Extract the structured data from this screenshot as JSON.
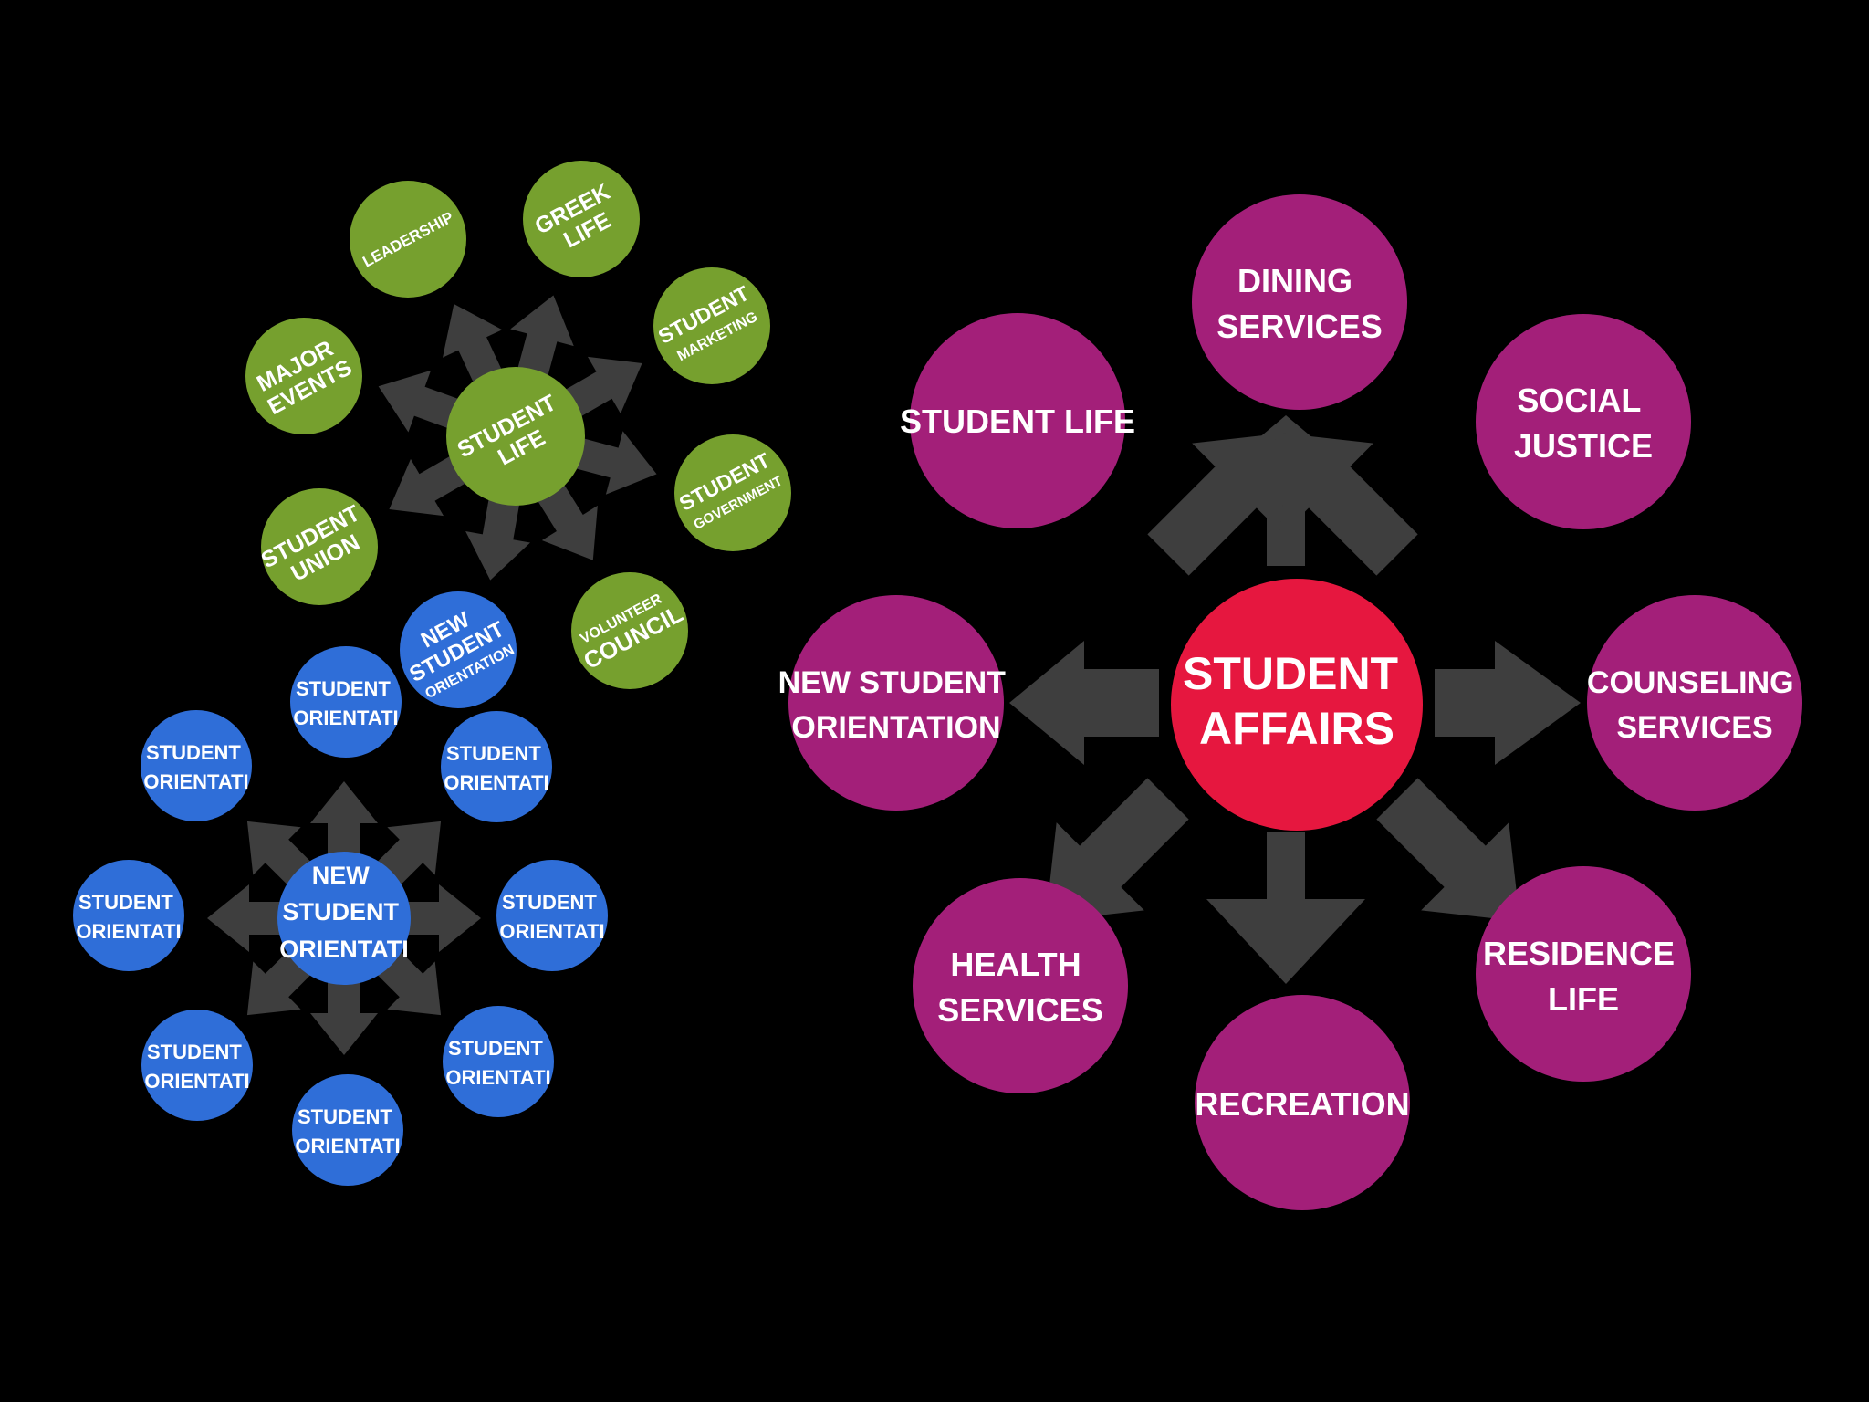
{
  "colors": {
    "background": "#000000",
    "arrow": "#3e3e3e",
    "green": "#76a02e",
    "blue": "#2f6ed8",
    "magenta": "#a31f79",
    "center_red": "#e6173f",
    "text": "#ffffff"
  },
  "clusters": {
    "student_affairs": {
      "center": {
        "label": "STUDENT AFFAIRS",
        "lines": [
          "STUDENT",
          "AFFAIRS"
        ]
      },
      "nodes": [
        {
          "id": "dining-services",
          "label": "DINING SERVICES",
          "lines": [
            "DINING",
            "SERVICES"
          ]
        },
        {
          "id": "social-justice",
          "label": "SOCIAL JUSTICE",
          "lines": [
            "SOCIAL",
            "JUSTICE"
          ]
        },
        {
          "id": "counseling-services",
          "label": "COUNSELING SERVICES",
          "lines": [
            "COUNSELING",
            "SERVICES"
          ]
        },
        {
          "id": "residence-life",
          "label": "RESIDENCE LIFE",
          "lines": [
            "RESIDENCE",
            "LIFE"
          ]
        },
        {
          "id": "recreation",
          "label": "RECREATION",
          "lines": [
            "RECREATION"
          ]
        },
        {
          "id": "health-services",
          "label": "HEALTH SERVICES",
          "lines": [
            "HEALTH",
            "SERVICES"
          ]
        },
        {
          "id": "new-student-orientation",
          "label": "NEW STUDENT ORIENTATION",
          "lines": [
            "NEW STUDENT",
            "ORIENTATION"
          ]
        },
        {
          "id": "student-life",
          "label": "STUDENT LIFE",
          "lines": [
            "STUDENT LIFE"
          ]
        }
      ]
    },
    "student_life": {
      "center": {
        "label": "STUDENT LIFE",
        "lines": [
          "STUDENT",
          "LIFE"
        ]
      },
      "nodes": [
        {
          "id": "leadership",
          "label": "LEADERSHIP",
          "lines": [
            "LEADERSHIP"
          ]
        },
        {
          "id": "greek-life",
          "label": "GREEK LIFE",
          "lines": [
            "GREEK",
            "LIFE"
          ]
        },
        {
          "id": "student-marketing",
          "label": "STUDENT MARKETING",
          "lines": [
            "STUDENT",
            "MARKETING"
          ]
        },
        {
          "id": "student-government",
          "label": "STUDENT GOVERNMENT",
          "lines": [
            "STUDENT",
            "GOVERNMENT"
          ]
        },
        {
          "id": "volunteer-council",
          "label": "VOLUNTEER COUNCIL",
          "lines": [
            "VOLUNTEER",
            "COUNCIL"
          ]
        },
        {
          "id": "new-student-orientation-small",
          "label": "NEW STUDENT ORIENTATION",
          "lines": [
            "NEW",
            "STUDENT",
            "ORIENTATION"
          ]
        },
        {
          "id": "student-union",
          "label": "STUDENT UNION",
          "lines": [
            "STUDENT",
            "UNION"
          ]
        },
        {
          "id": "major-events",
          "label": "MAJOR EVENTS",
          "lines": [
            "MAJOR",
            "EVENTS"
          ]
        }
      ]
    },
    "new_student_orientation": {
      "center": {
        "label": "NEW STUDENT ORIENTATI",
        "lines": [
          "NEW",
          "STUDENT",
          "ORIENTATI"
        ]
      },
      "nodes": [
        {
          "id": "orientati-top",
          "label": "STUDENT ORIENTATI",
          "lines": [
            "STUDENT",
            "ORIENTATI"
          ]
        },
        {
          "id": "orientati-top-right",
          "label": "STUDENT ORIENTATI",
          "lines": [
            "STUDENT",
            "ORIENTATI"
          ]
        },
        {
          "id": "orientati-right",
          "label": "STUDENT ORIENTATI",
          "lines": [
            "STUDENT",
            "ORIENTATI"
          ]
        },
        {
          "id": "orientati-bottom-right",
          "label": "STUDENT ORIENTATI",
          "lines": [
            "STUDENT",
            "ORIENTATI"
          ]
        },
        {
          "id": "orientati-bottom",
          "label": "STUDENT ORIENTATI",
          "lines": [
            "STUDENT",
            "ORIENTATI"
          ]
        },
        {
          "id": "orientati-bottom-left",
          "label": "STUDENT ORIENTATI",
          "lines": [
            "STUDENT",
            "ORIENTATI"
          ]
        },
        {
          "id": "orientati-left",
          "label": "STUDENT ORIENTATI",
          "lines": [
            "STUDENT",
            "ORIENTATI"
          ]
        },
        {
          "id": "orientati-top-left",
          "label": "STUDENT ORIENTATI",
          "lines": [
            "STUDENT",
            "ORIENTATI"
          ]
        }
      ]
    }
  }
}
